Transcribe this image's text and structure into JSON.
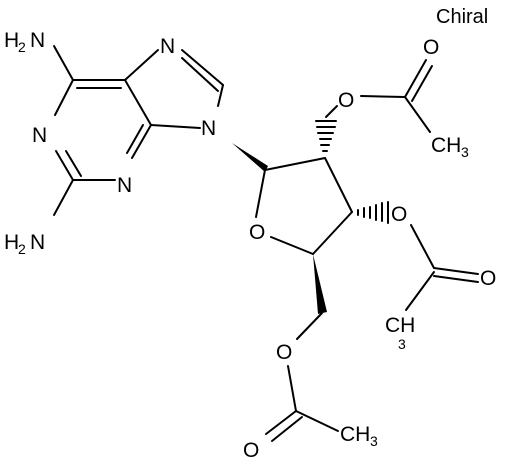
{
  "labels": {
    "chiral": "Chiral",
    "n_label": "N",
    "o_label": "O",
    "h_label": "H",
    "h2_label": "H",
    "two": "2",
    "ch3_c": "CH",
    "three": "3"
  },
  "colors": {
    "bond": "#000000",
    "background": "#ffffff"
  }
}
